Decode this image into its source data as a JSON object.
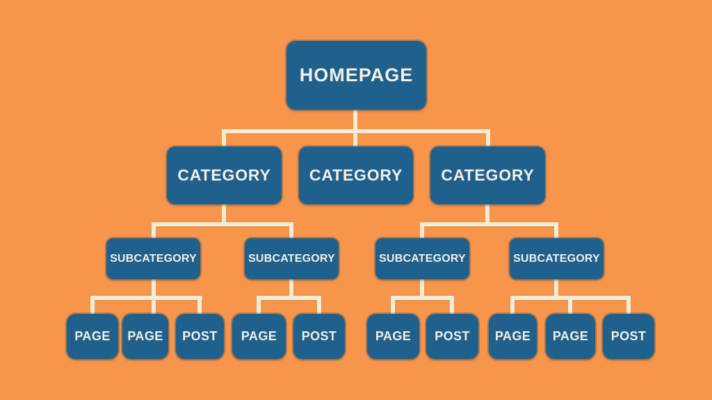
{
  "diagram": {
    "type": "sitemap-hierarchy",
    "colors": {
      "background": "#f6954b",
      "node_fill": "#20608c",
      "node_text": "#f2efe5",
      "connector": "#f3ecd7"
    },
    "tree": {
      "label": "HOMEPAGE",
      "children": [
        {
          "label": "CATEGORY",
          "children": [
            {
              "label": "SUBCATEGORY",
              "children": [
                {
                  "label": "PAGE"
                },
                {
                  "label": "PAGE"
                },
                {
                  "label": "POST"
                }
              ]
            },
            {
              "label": "SUBCATEGORY",
              "children": [
                {
                  "label": "PAGE"
                },
                {
                  "label": "POST"
                }
              ]
            }
          ]
        },
        {
          "label": "CATEGORY",
          "children": []
        },
        {
          "label": "CATEGORY",
          "children": [
            {
              "label": "SUBCATEGORY",
              "children": [
                {
                  "label": "PAGE"
                },
                {
                  "label": "POST"
                }
              ]
            },
            {
              "label": "SUBCATEGORY",
              "children": [
                {
                  "label": "PAGE"
                },
                {
                  "label": "PAGE"
                },
                {
                  "label": "POST"
                }
              ]
            }
          ]
        }
      ]
    }
  }
}
